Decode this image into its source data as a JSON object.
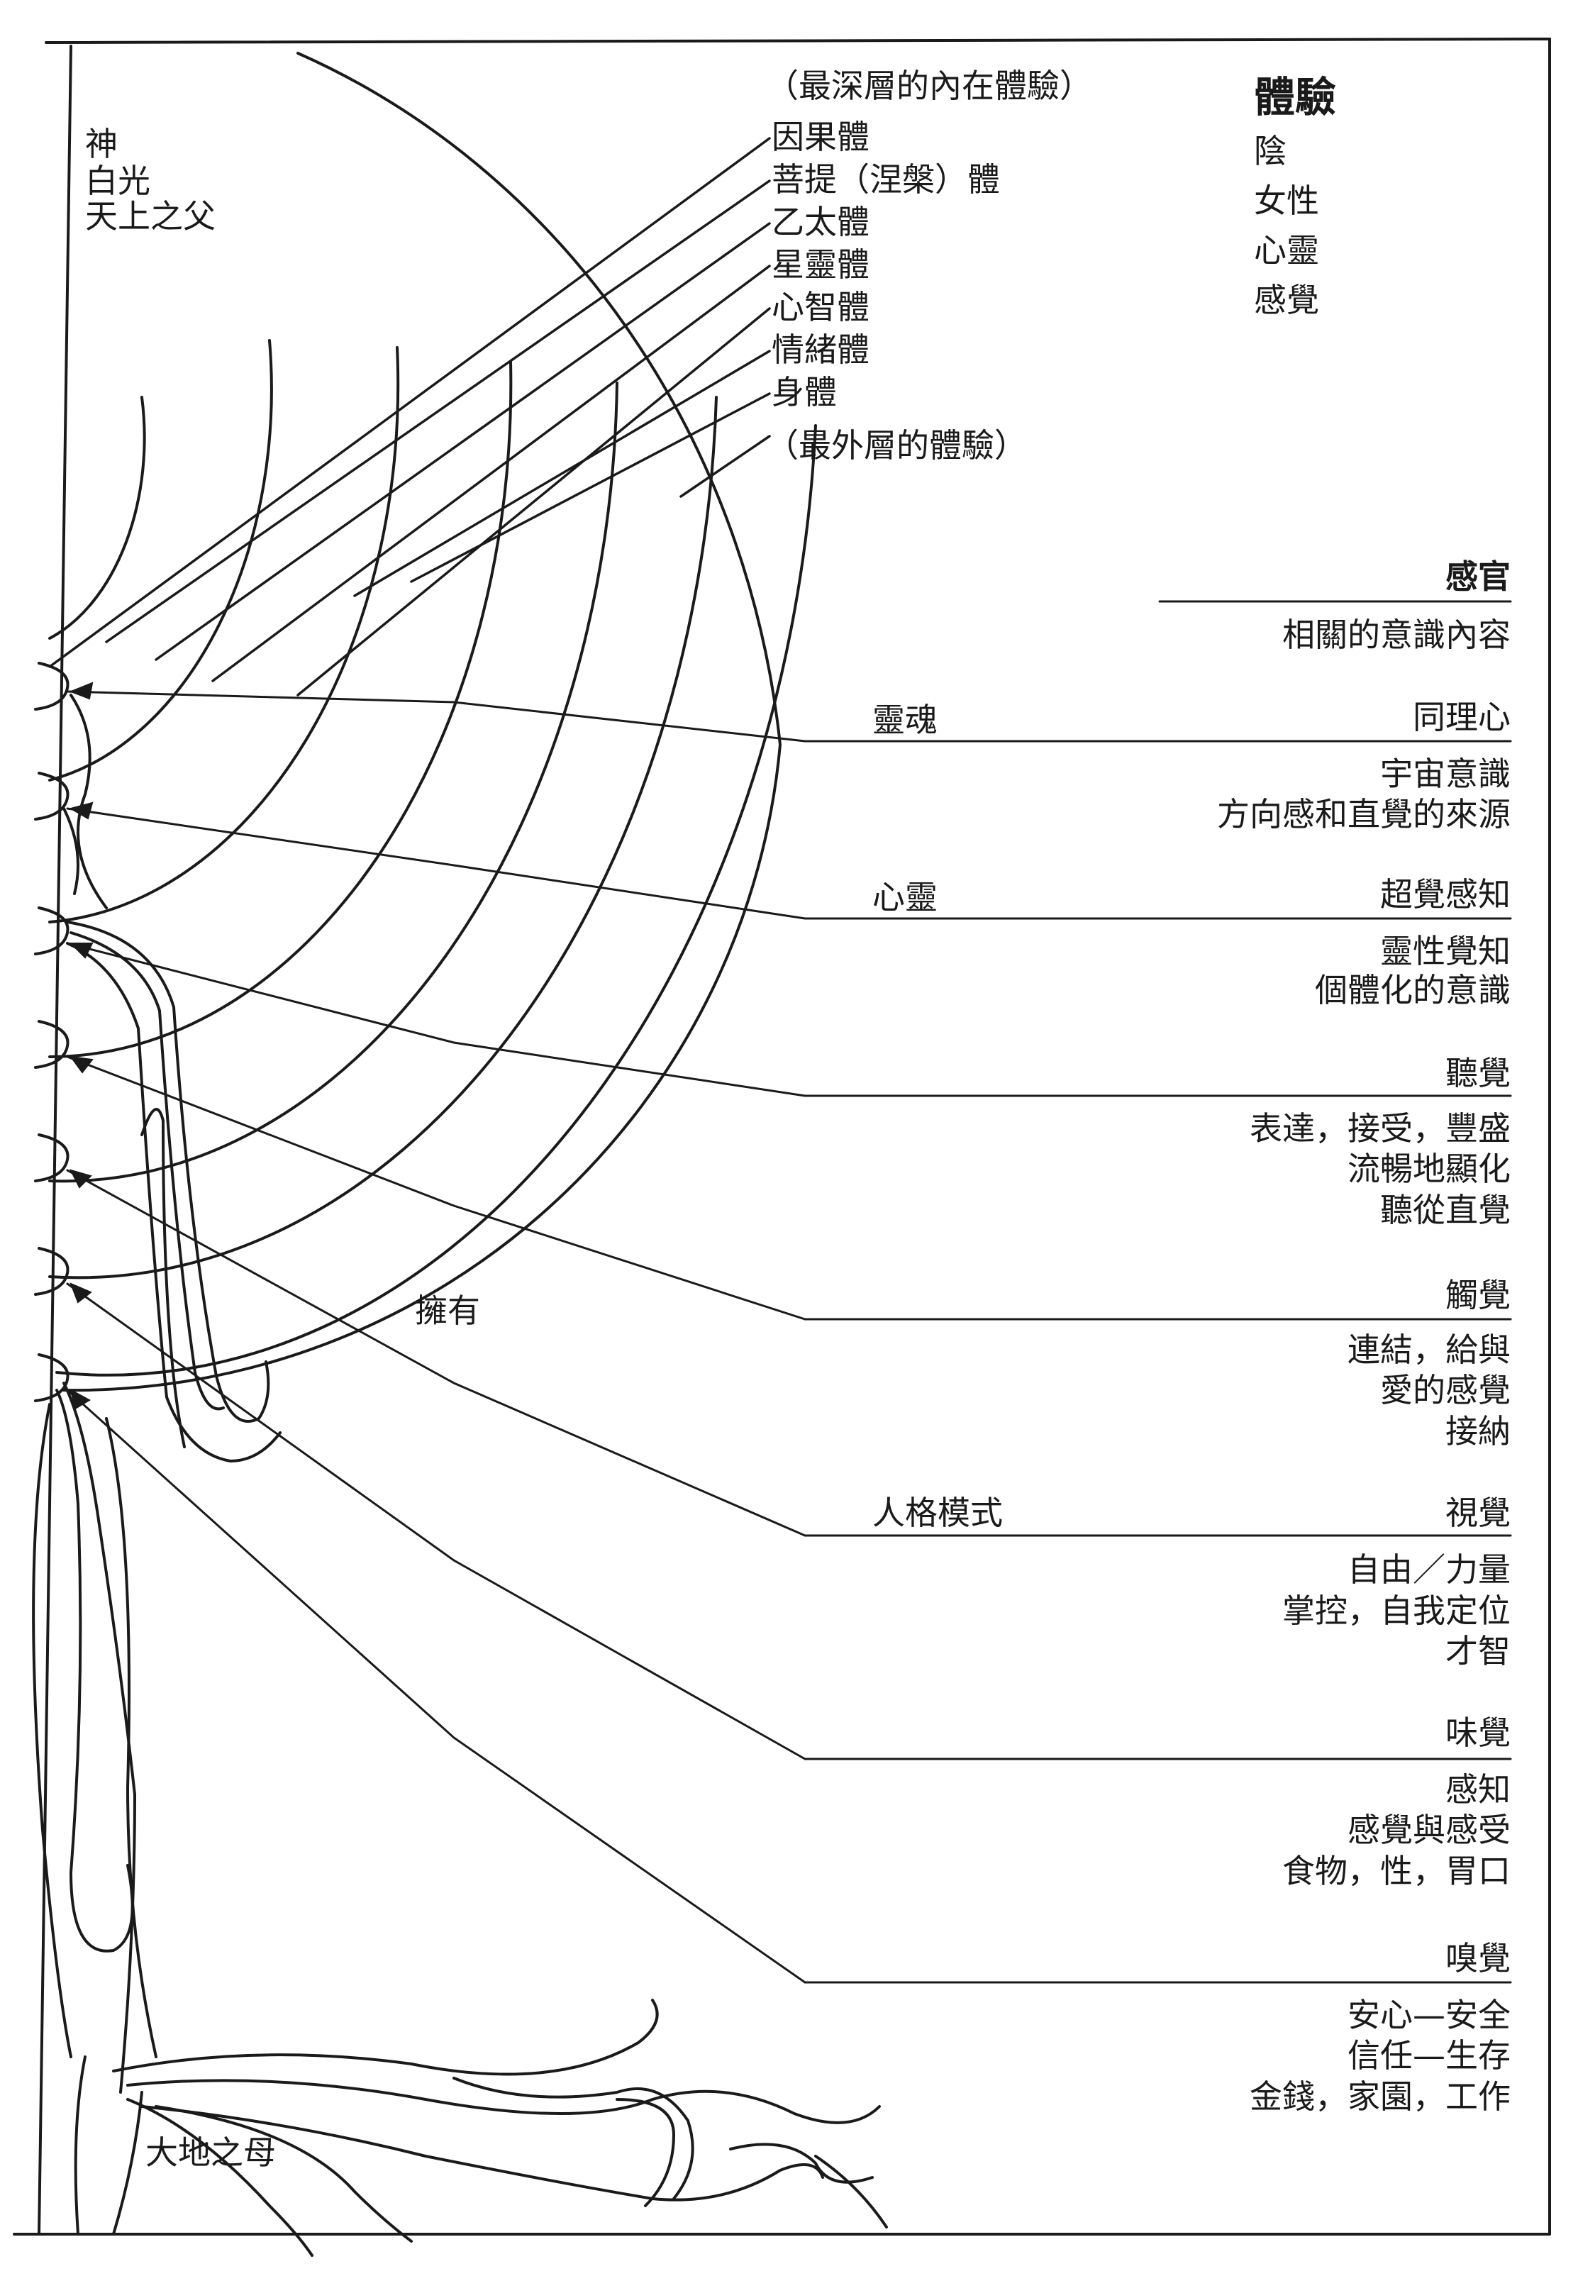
{
  "top_left": {
    "line1": "神",
    "line2": "白光",
    "line3": "天上之父"
  },
  "bottom_left": {
    "label": "大地之母"
  },
  "layers": {
    "header": "（最深層的內在體驗）",
    "items": [
      "因果體",
      "菩提（涅槃）體",
      "乙太體",
      "星靈體",
      "心智體",
      "情緒體",
      "身體"
    ],
    "footer": "（最外層的體驗）"
  },
  "experience": {
    "title": "體驗",
    "items": [
      "陰",
      "女性",
      "心靈",
      "感覺"
    ]
  },
  "senses_header": {
    "title": "感官",
    "subtitle": "相關的意識內容"
  },
  "mid_labels": {
    "soul": "靈魂",
    "psyche": "心靈",
    "possess": "擁有",
    "personality": "人格模式"
  },
  "senses": [
    {
      "name": "同理心",
      "lines": [
        "宇宙意識",
        "方向感和直覺的來源"
      ]
    },
    {
      "name": "超覺感知",
      "lines": [
        "靈性覺知",
        "個體化的意識"
      ]
    },
    {
      "name": "聽覺",
      "lines": [
        "表達，接受，豐盛",
        "流暢地顯化",
        "聽從直覺"
      ]
    },
    {
      "name": "觸覺",
      "lines": [
        "連結，給與",
        "愛的感覺",
        "接納"
      ]
    },
    {
      "name": "視覺",
      "lines": [
        "自由／力量",
        "掌控，自我定位",
        "才智"
      ]
    },
    {
      "name": "味覺",
      "lines": [
        "感知",
        "感覺與感受",
        "食物，性，胃口"
      ]
    },
    {
      "name": "嗅覺",
      "lines": [
        "安心—安全",
        "信任—生存",
        "金錢，家園，工作"
      ]
    }
  ],
  "colors": {
    "ink": "#1a1a1a",
    "paper": "#ffffff"
  }
}
